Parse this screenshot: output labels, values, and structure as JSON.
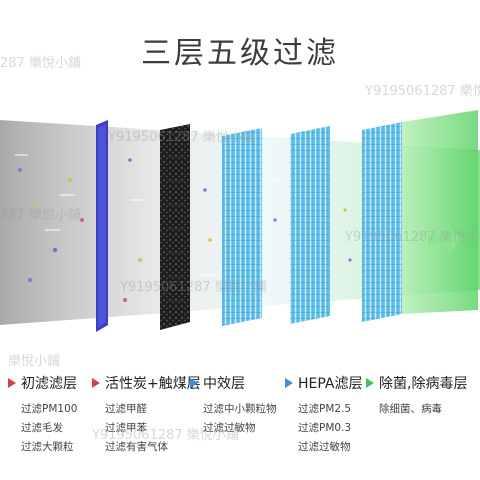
{
  "title": "三层五级过滤",
  "watermark": "Y9195061287 樂悅小鋪",
  "watermark_left": "287 樂悅小鋪",
  "watermark_bottom_left": "樂悅小鋪",
  "colors": {
    "bg": "#ffffff",
    "title": "#3c3c3c",
    "initial": "#3b3fc7",
    "carbon": "#2a2a2a",
    "medium": "#3fa8db",
    "hepa": "#2f9fd9",
    "antibac": "#5cd06a"
  },
  "stages": [
    {
      "name": "初滤滤层",
      "arrow_color": "#d64045",
      "desc": [
        "过滤PM100",
        "过滤毛发",
        "过滤大颗粒"
      ]
    },
    {
      "name": "活性炭+触煤层",
      "arrow_color": "#d64045",
      "desc": [
        "过滤甲醛",
        "过滤甲苯",
        "过滤有害气体"
      ]
    },
    {
      "name": "中效层",
      "arrow_color": "#3b8fd9",
      "desc": [
        "过滤中小颗粒物",
        "过滤过敏物"
      ]
    },
    {
      "name": "HEPA滤层",
      "arrow_color": "#3b8fd9",
      "desc": [
        "过滤PM2.5",
        "过滤PM0.3",
        "过滤过敏物"
      ]
    },
    {
      "name": "除菌,除病毒层",
      "arrow_color": "#46c05a",
      "desc": [
        "除细菌、病毒"
      ]
    }
  ]
}
